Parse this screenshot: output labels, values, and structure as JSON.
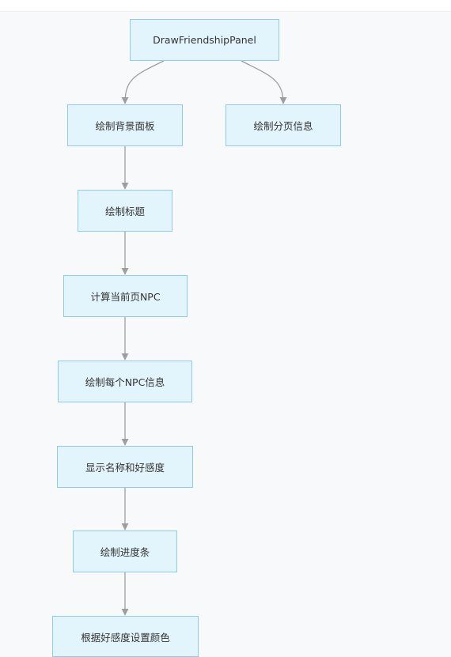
{
  "diagram": {
    "nodes": {
      "root": "DrawFriendshipPanel",
      "draw_bg": "绘制背景面板",
      "draw_page_info": "绘制分页信息",
      "draw_title": "绘制标题",
      "calc_npc": "计算当前页NPC",
      "draw_each_npc": "绘制每个NPC信息",
      "show_name": "显示名称和好感度",
      "draw_progress": "绘制进度条",
      "set_color": "根据好感度设置颜色"
    },
    "edges": [
      {
        "from": "root",
        "to": "draw_bg"
      },
      {
        "from": "root",
        "to": "draw_page_info"
      },
      {
        "from": "draw_bg",
        "to": "draw_title"
      },
      {
        "from": "draw_title",
        "to": "calc_npc"
      },
      {
        "from": "calc_npc",
        "to": "draw_each_npc"
      },
      {
        "from": "draw_each_npc",
        "to": "show_name"
      },
      {
        "from": "show_name",
        "to": "draw_progress"
      },
      {
        "from": "draw_progress",
        "to": "set_color"
      }
    ],
    "colors": {
      "node_fill": "#e3f5fc",
      "node_border": "#8ecbf0",
      "edge": "#9e9e9e",
      "text": "#333333"
    }
  }
}
